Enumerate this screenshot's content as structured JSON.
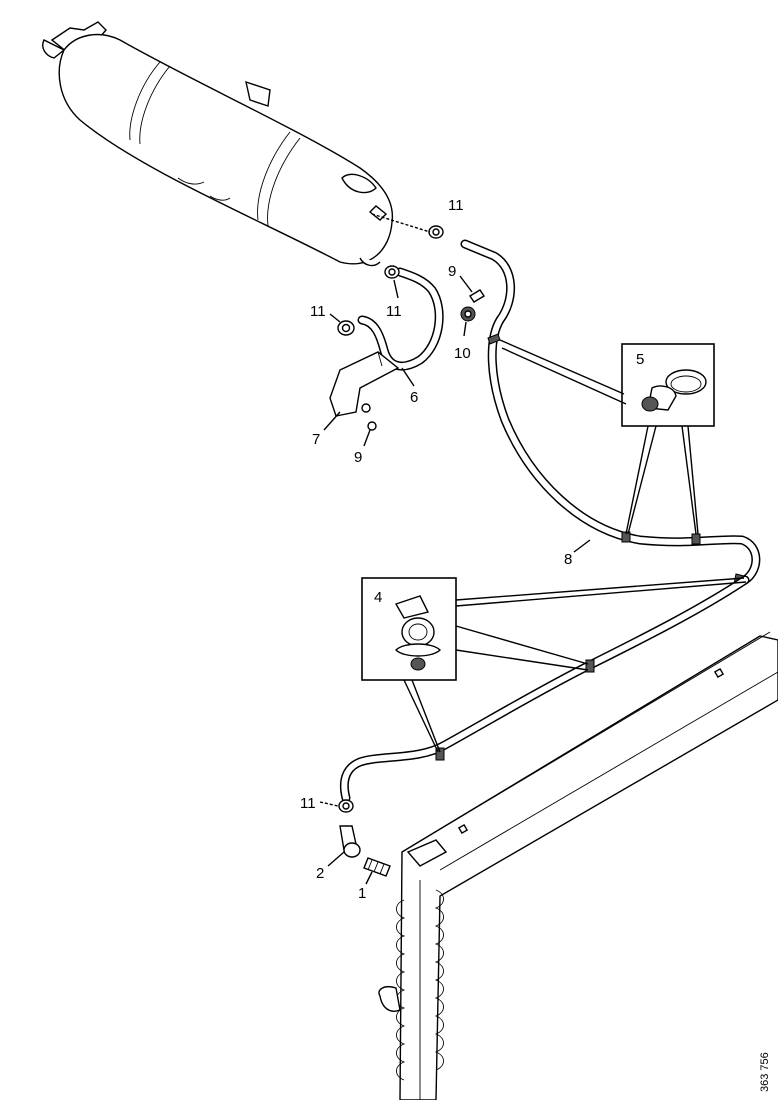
{
  "callouts": [
    {
      "id": "c1",
      "text": "1"
    },
    {
      "id": "c2",
      "text": "2"
    },
    {
      "id": "c4",
      "text": "4"
    },
    {
      "id": "c5",
      "text": "5"
    },
    {
      "id": "c6",
      "text": "6"
    },
    {
      "id": "c7",
      "text": "7"
    },
    {
      "id": "c8",
      "text": "8"
    },
    {
      "id": "c9a",
      "text": "9"
    },
    {
      "id": "c9b",
      "text": "9"
    },
    {
      "id": "c10",
      "text": "10"
    },
    {
      "id": "c11a",
      "text": "11"
    },
    {
      "id": "c11b",
      "text": "11"
    },
    {
      "id": "c11c",
      "text": "11"
    },
    {
      "id": "c11d",
      "text": "11"
    }
  ],
  "reference_number": "363 756"
}
